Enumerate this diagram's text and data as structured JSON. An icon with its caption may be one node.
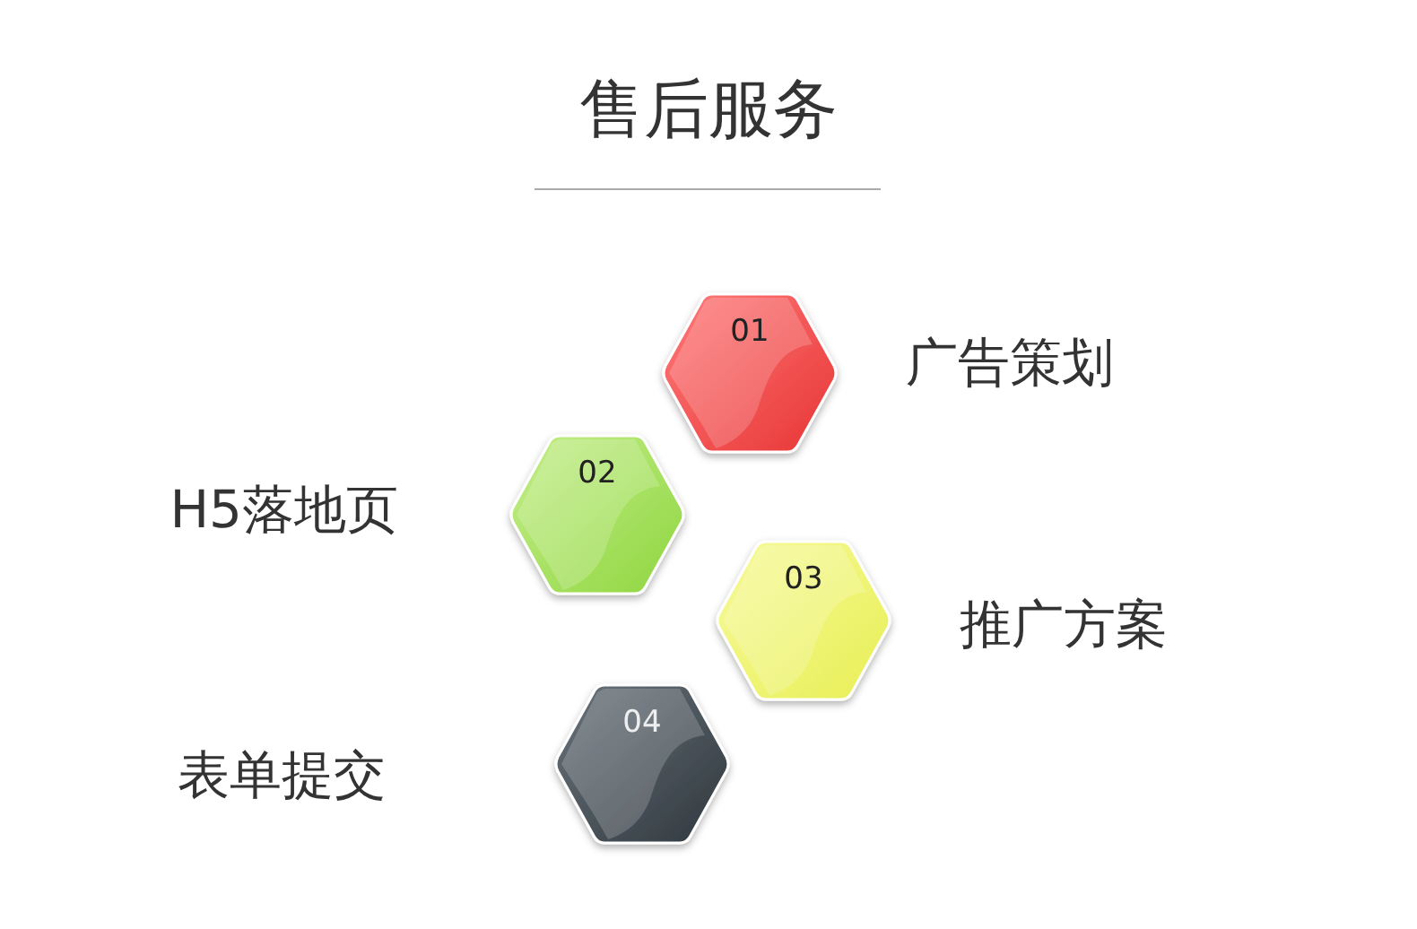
{
  "diagram": {
    "title": "售后服务",
    "nodes": [
      {
        "text": [
          "01"
        ],
        "beside": [
          "广告策划"
        ]
      },
      {
        "text": [
          "02"
        ],
        "beside": [
          "H5落地页"
        ]
      },
      {
        "text": [
          "03"
        ],
        "beside": [
          "推广方案"
        ]
      },
      {
        "text": [
          "04"
        ],
        "beside": [
          "表单提交"
        ]
      }
    ]
  }
}
